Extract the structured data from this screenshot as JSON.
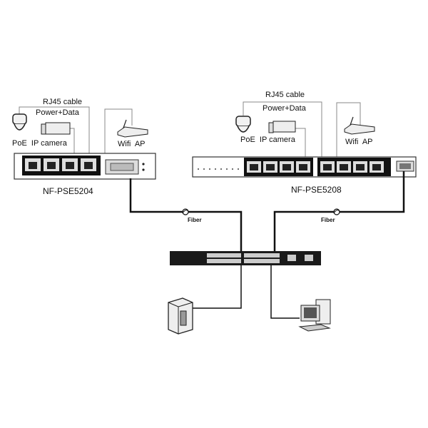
{
  "left_site": {
    "cable_label": "RJ45 cable",
    "power_label": "Power+Data",
    "camera_label": "PoE  IP camera",
    "ap_label": "Wifi  AP",
    "device_label": "NF-PSE5204"
  },
  "right_site": {
    "cable_label": "RJ45 cable",
    "power_label": "Power+Data",
    "camera_label": "PoE  IP camera",
    "ap_label": "Wifi  AP",
    "device_label": "NF-PSE5208"
  },
  "links": {
    "left_fiber_label": "Fiber",
    "right_fiber_label": "Fiber"
  }
}
